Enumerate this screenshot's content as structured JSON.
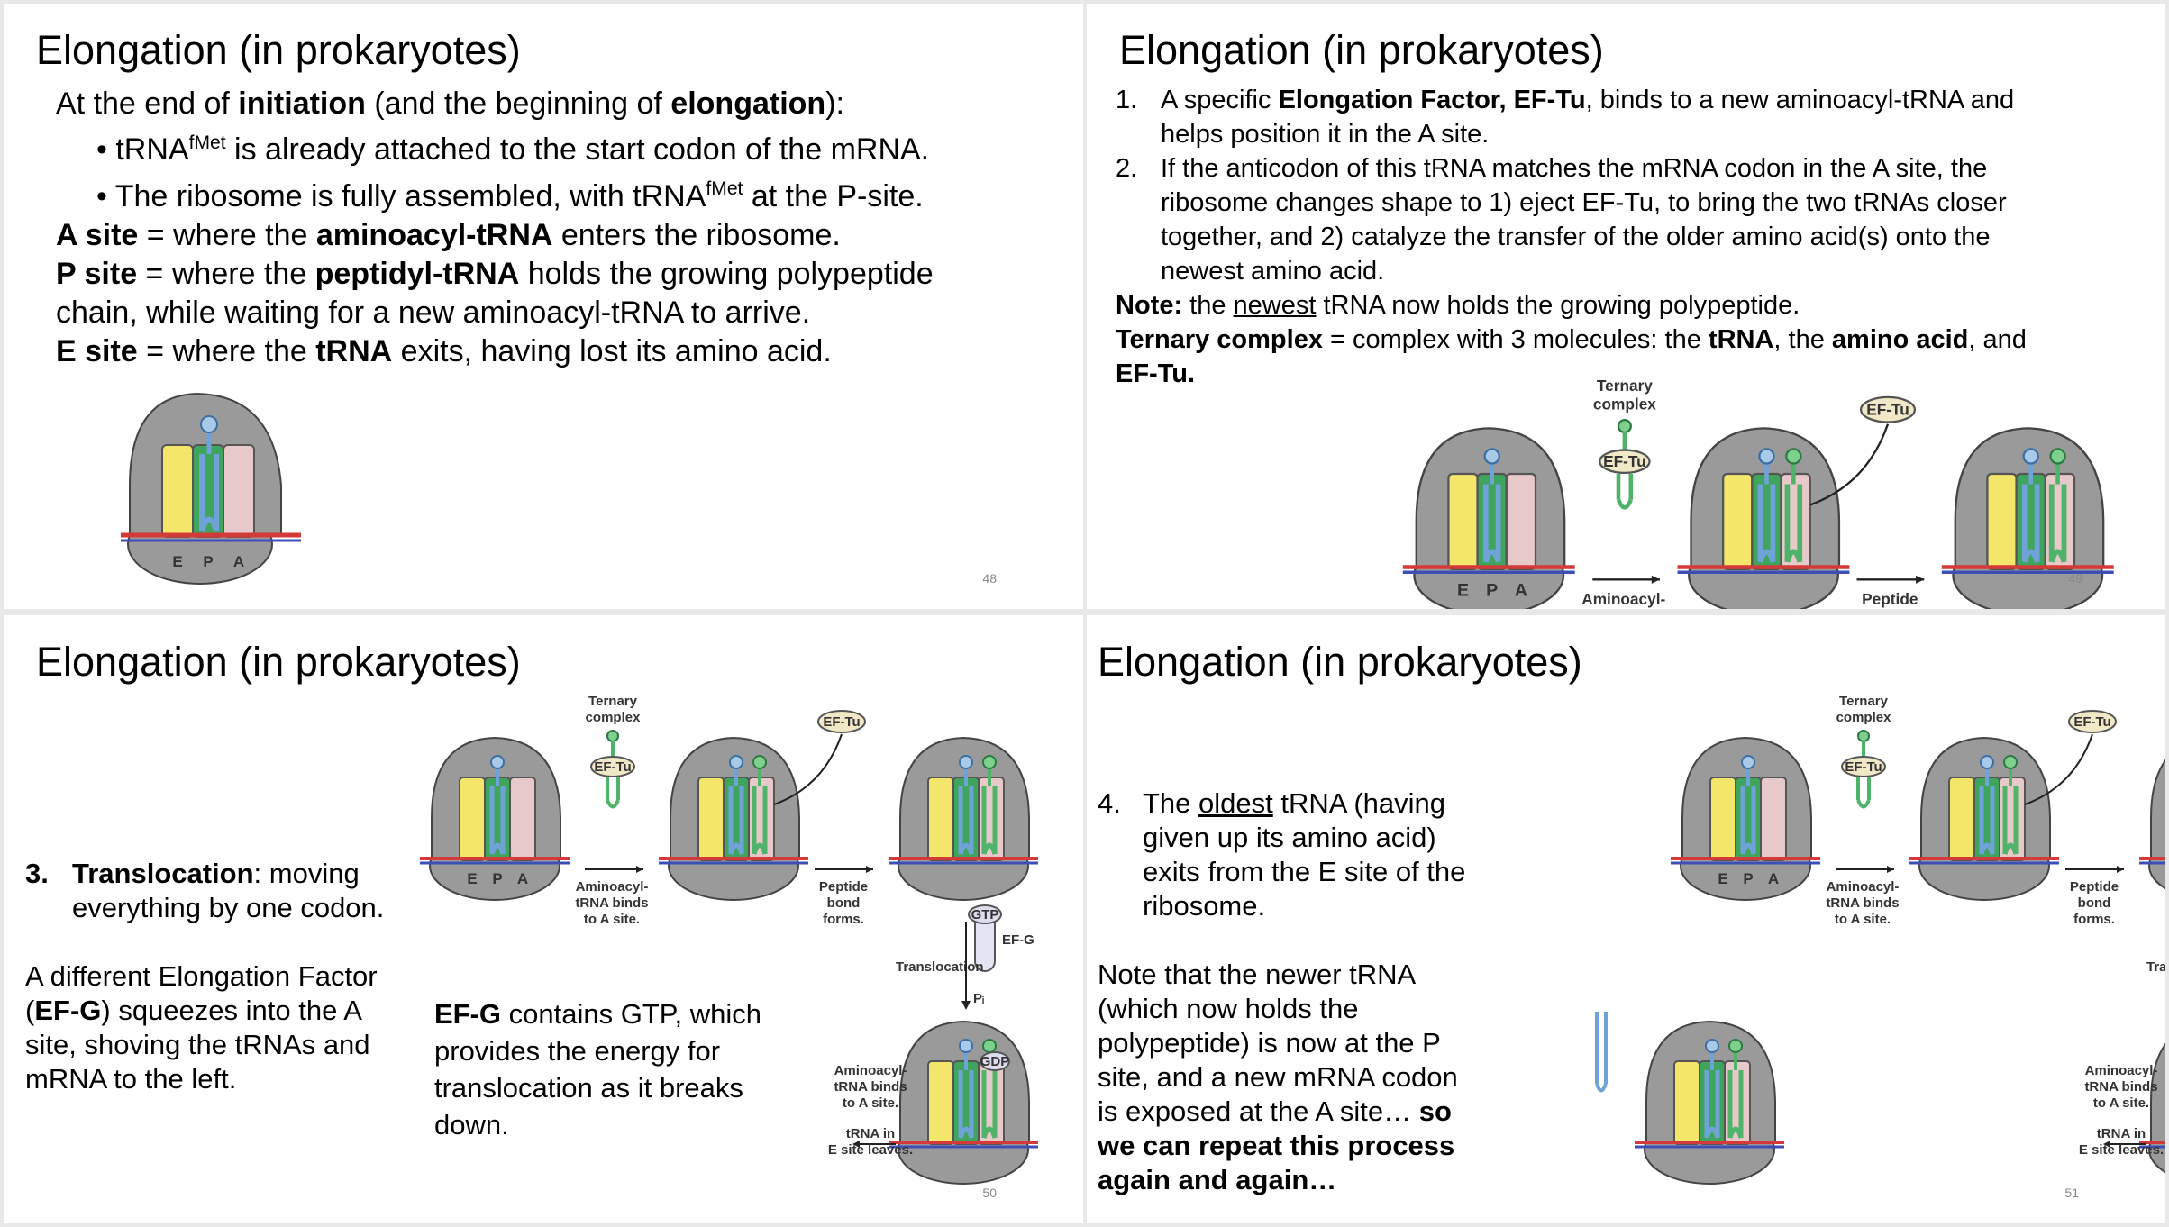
{
  "slide_title": "Elongation (in prokaryotes)",
  "slide48": {
    "intro_a": "At the end of ",
    "intro_b": "initiation",
    "intro_c": " (and the beginning of ",
    "intro_d": "elongation",
    "intro_e": "):",
    "bullet1_a": "• tRNA",
    "bullet1_sup": "fMet",
    "bullet1_b": " is already attached to the start codon of the mRNA.",
    "bullet2_a": "• The ribosome is fully assembled, with tRNA",
    "bullet2_sup": "fMet",
    "bullet2_b": " at the P-site.",
    "a_site_term": "A site",
    "a_site_mid": " = where the ",
    "a_site_bold": "aminoacyl-tRNA",
    "a_site_end": " enters the ribosome.",
    "p_site_term": "P site",
    "p_site_mid": " = where the ",
    "p_site_bold": "peptidyl-tRNA",
    "p_site_end": " holds the growing polypeptide",
    "p_site_line2": "chain, while waiting for a new aminoacyl-tRNA to arrive.",
    "e_site_term": "E site",
    "e_site_mid": " = where the ",
    "e_site_bold": "tRNA",
    "e_site_end": " exits, having lost its amino acid.",
    "site_labels": [
      "E",
      "P",
      "A"
    ],
    "page_number": "48"
  },
  "slide49": {
    "item1_num": "1.",
    "item1_a": "A specific ",
    "item1_bold": "Elongation Factor, EF-Tu",
    "item1_b": ", binds to a new aminoacyl-tRNA and",
    "item1_line2": "helps position it in the A site.",
    "item2_num": "2.",
    "item2_line1": "If the anticodon of this tRNA matches the mRNA codon in the A site, the",
    "item2_line2": "ribosome changes shape to 1) eject EF-Tu, to bring the two tRNAs closer",
    "item2_line3": "together, and 2) catalyze the transfer of the older amino acid(s) onto the",
    "item2_line4": "newest amino acid.",
    "note_label": "Note:",
    "note_a": " the ",
    "note_underline": "newest",
    "note_b": " tRNA now holds the growing polypeptide.",
    "ternary_term": "Ternary complex",
    "ternary_a": " = complex with 3 molecules: the ",
    "ternary_trna": "tRNA",
    "ternary_b": ", the ",
    "ternary_aa": "amino acid",
    "ternary_c": ", and",
    "ternary_line2": "EF-Tu.",
    "page_number": "49"
  },
  "slide50": {
    "item3_num": "3.",
    "item3_bold": "Translocation",
    "item3_a": ": moving",
    "item3_line2": "everything by one codon.",
    "para_line1": "A different Elongation Factor",
    "para_line2_a": "(",
    "para_line2_bold": "EF-G",
    "para_line2_b": ") squeezes into the A",
    "para_line3": "site, shoving the tRNAs and",
    "para_line4": "mRNA to the left.",
    "efg_bold": "EF-G",
    "efg_line1": " contains GTP, which",
    "efg_line2": "provides the energy for",
    "efg_line3": "translocation as it breaks",
    "efg_line4": "down.",
    "page_number": "50"
  },
  "slide51": {
    "item4_num": "4.",
    "item4_a": "The ",
    "item4_underline": "oldest",
    "item4_b": " tRNA (having",
    "item4_line2": "given up its amino acid)",
    "item4_line3": "exits from the E site of the",
    "item4_line4": "ribosome.",
    "note_line1": "Note that the newer tRNA",
    "note_line2": "(which now holds the",
    "note_line3": "polypeptide) is now at the P",
    "note_line4": "site, and a new mRNA codon",
    "note_line5_a": "is exposed at the A site… ",
    "note_line5_bold": "so",
    "note_line6": "we can repeat this process",
    "note_line7": "again and again…",
    "page_number": "51"
  },
  "figure": {
    "ternary_line1": "Ternary",
    "ternary_line2": "complex",
    "ef_tu": "EF-Tu",
    "site_e": "E",
    "site_p": "P",
    "site_a": "A",
    "binds_line1": "Aminoacyl-",
    "binds_line2": "tRNA binds",
    "binds_line3": "to A site.",
    "peptide_line1": "Peptide",
    "peptide_line2": "bond",
    "peptide_line3": "forms.",
    "gtp": "GTP",
    "ef_g": "EF-G",
    "translocation": "Translocation",
    "pi": "Pᵢ",
    "gdp": "GDP",
    "leaves_line1": "tRNA in",
    "leaves_line2": "E site leaves."
  },
  "colors": {
    "ribosome": "#9a9a9a",
    "e_site": "#f4e66a",
    "p_site": "#3fa55d",
    "a_site": "#e8c9c9",
    "trna_blue": "#6fa2d6",
    "mrna_red": "#d43a3a",
    "mrna_blue": "#3d4fb5",
    "ef_tu_fill": "#f1e8c8"
  }
}
